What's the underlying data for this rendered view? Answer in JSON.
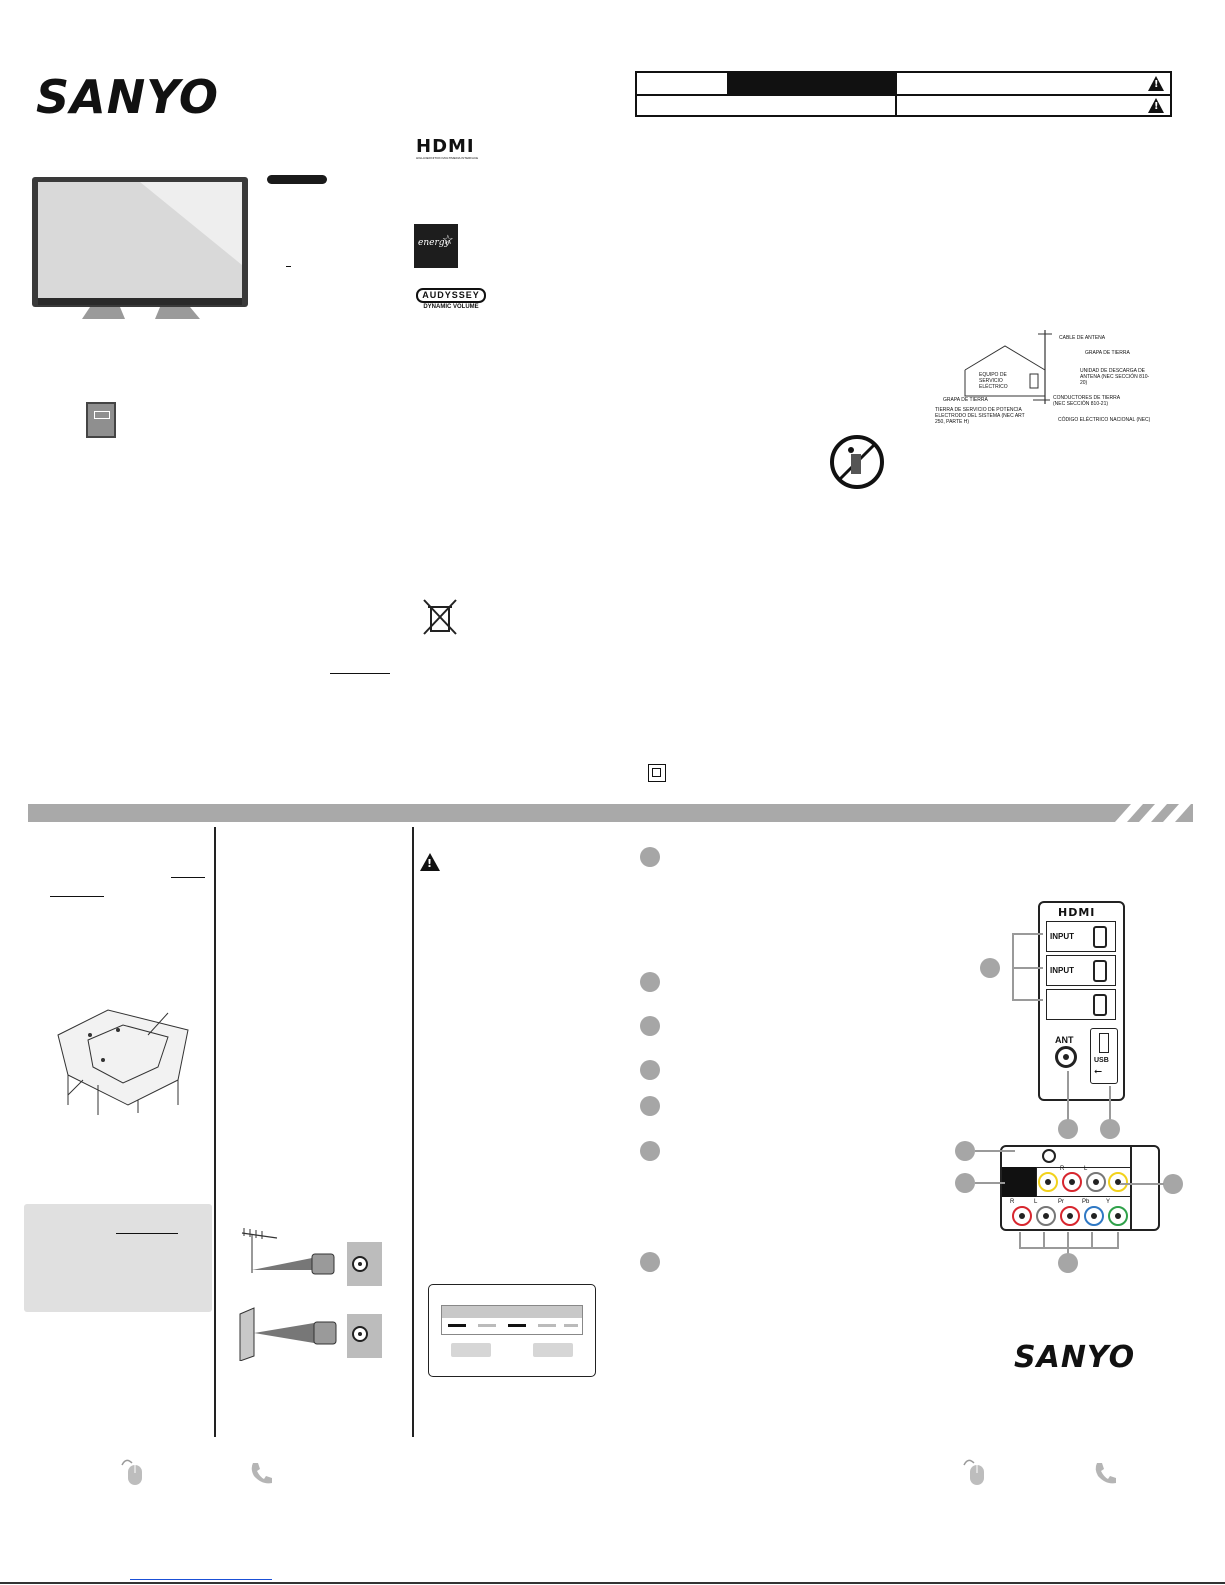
{
  "header": {
    "brand_logo": "SANYO",
    "hdmi_logo": "HDMI",
    "hdmi_tagline": "HIGH-DEFINITION MULTIMEDIA INTERFACE",
    "audyssey_logo": "AUDYSSEY",
    "audyssey_sub": "DYNAMIC VOLUME",
    "energy_logo": "energy"
  },
  "ground_diagram": {
    "labels": [
      "CABLE DE ANTENA",
      "GRAPA DE TIERRA",
      "UNIDAD DE DESCARGA DE ANTENA (NEC SECCIÓN 810-20)",
      "EQUIPO DE SERVICIO ELÉCTRICO",
      "CONDUCTORES DE TIERRA (NEC SECCIÓN 810-21)",
      "GRAPA DE TIERRA",
      "TIERRA DE SERVICIO DE POTENCIA ELECTRODO DEL SISTEMA (NEC ART 250, PARTE H)",
      "CÓDIGO ELÉCTRICO NACIONAL (NEC)"
    ]
  },
  "rear_panel": {
    "hdmi_header": "HDMI",
    "inputs": [
      "INPUT",
      "INPUT"
    ],
    "ant_label": "ANT",
    "usb_label": "USB",
    "av_letters": [
      "R",
      "L"
    ],
    "component_letters": [
      "R",
      "L",
      "Pr",
      "Pb",
      "Y"
    ]
  },
  "footer": {
    "brand_logo": "SANYO",
    "mouse_icon": "mouse-icon",
    "phone_icon": "phone-icon"
  },
  "colors": {
    "section_bar": "#a9a9a9",
    "circle_grey": "#a6a6a6",
    "jack_red": "#d7262e",
    "jack_yellow": "#f2d21b",
    "jack_blue": "#2f78c4",
    "jack_green": "#2fa14a",
    "link_blue": "#1a4fd6"
  }
}
